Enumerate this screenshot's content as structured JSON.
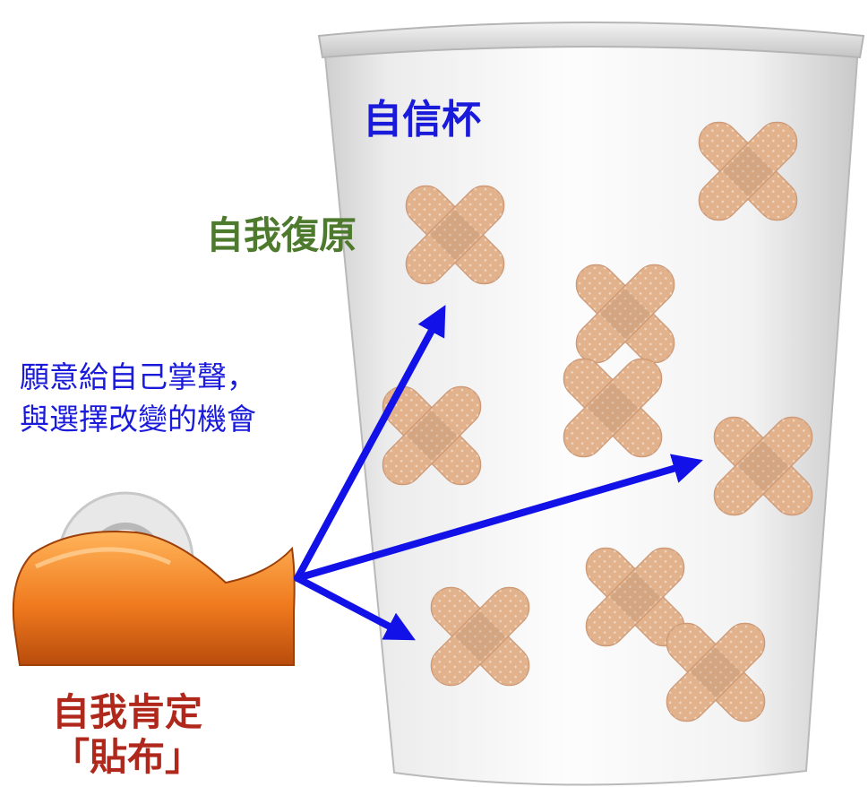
{
  "labels": {
    "cup_title": "自信杯",
    "recover": "自我復原",
    "willing_line1": "願意給自己掌聲，",
    "willing_line2": "與選擇改變的機會",
    "affirm_line1": "自我肯定",
    "affirm_line2": "「貼布」"
  },
  "icons": {
    "cup": "paper-cup-icon",
    "dispenser": "tape-dispenser-icon",
    "bandage": "crossed-bandage-icon",
    "arrow": "arrow-icon"
  },
  "colors": {
    "cup_title": "#1a1adb",
    "recover": "#4e7a2e",
    "willing": "#1a1adb",
    "affirm": "#b0281c",
    "arrow": "#1212e8",
    "bandage": "#e2b28c",
    "dispenser": "#f07a1e"
  }
}
